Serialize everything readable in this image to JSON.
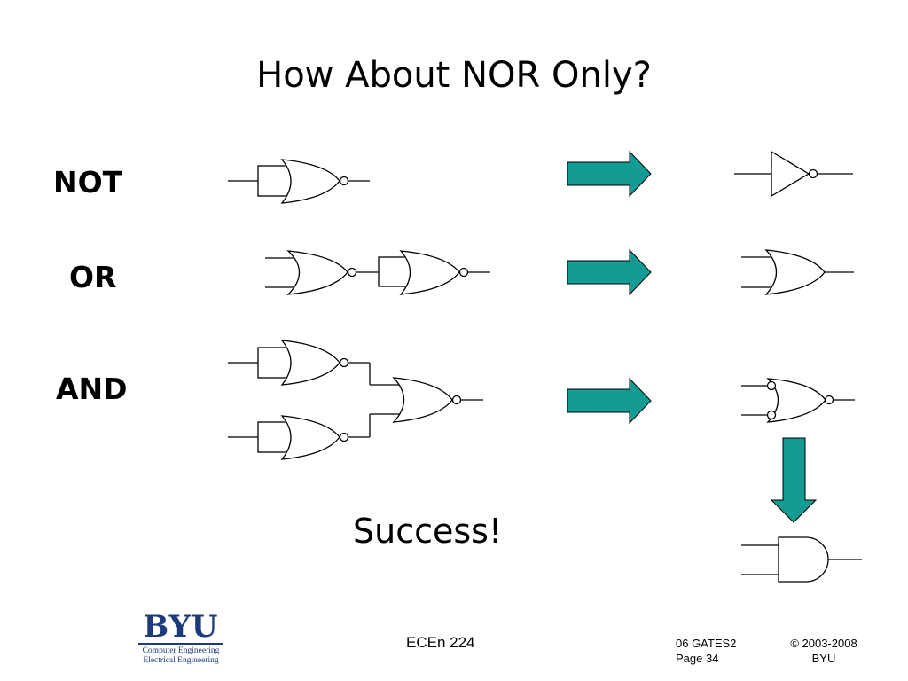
{
  "title": "How About NOR Only?",
  "rows": {
    "not": "NOT",
    "or": "OR",
    "and": "AND"
  },
  "success": "Success!",
  "footer": {
    "course": "ECEn 224",
    "file_line1": "06 GATES2",
    "file_line2": "Page 34",
    "copyright_line1": "© 2003-2008",
    "copyright_line2": "BYU"
  },
  "logo": {
    "name": "BYU",
    "line1": "Computer Engineering",
    "line2": "Electrical Engineering",
    "color": "#1e3a7a"
  },
  "colors": {
    "arrow_fill": "#129c94",
    "line": "#000000"
  }
}
